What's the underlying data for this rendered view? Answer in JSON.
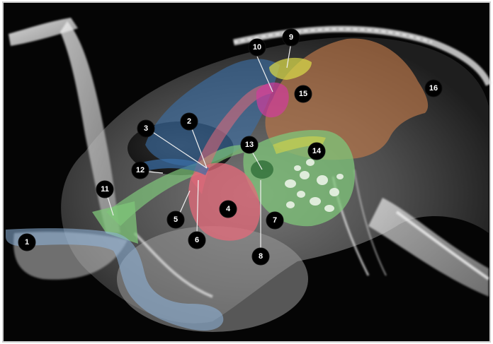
{
  "figure": {
    "type": "annotated radiograph",
    "colors": {
      "frame_border": "#cfcfcf",
      "background": "#050505",
      "bone": "#d9d9d9",
      "blue_region": "#3b6fa8",
      "brown_region": "#c07a4a",
      "green_region": "#7fc67a",
      "pink_region": "#e46a7a",
      "magenta_region": "#d23c9c",
      "yellow_region": "#d6d64a",
      "light_blue_structure": "#8fb7df"
    },
    "markers": [
      {
        "id": "m1",
        "label": "1"
      },
      {
        "id": "m2",
        "label": "2"
      },
      {
        "id": "m3",
        "label": "3"
      },
      {
        "id": "m4",
        "label": "4"
      },
      {
        "id": "m5",
        "label": "5"
      },
      {
        "id": "m6",
        "label": "6"
      },
      {
        "id": "m7",
        "label": "7"
      },
      {
        "id": "m8",
        "label": "8"
      },
      {
        "id": "m9",
        "label": "9"
      },
      {
        "id": "m10",
        "label": "10"
      },
      {
        "id": "m11",
        "label": "11"
      },
      {
        "id": "m12",
        "label": "12"
      },
      {
        "id": "m13",
        "label": "13"
      },
      {
        "id": "m14",
        "label": "14"
      },
      {
        "id": "m15",
        "label": "15"
      },
      {
        "id": "m16",
        "label": "16"
      }
    ]
  }
}
